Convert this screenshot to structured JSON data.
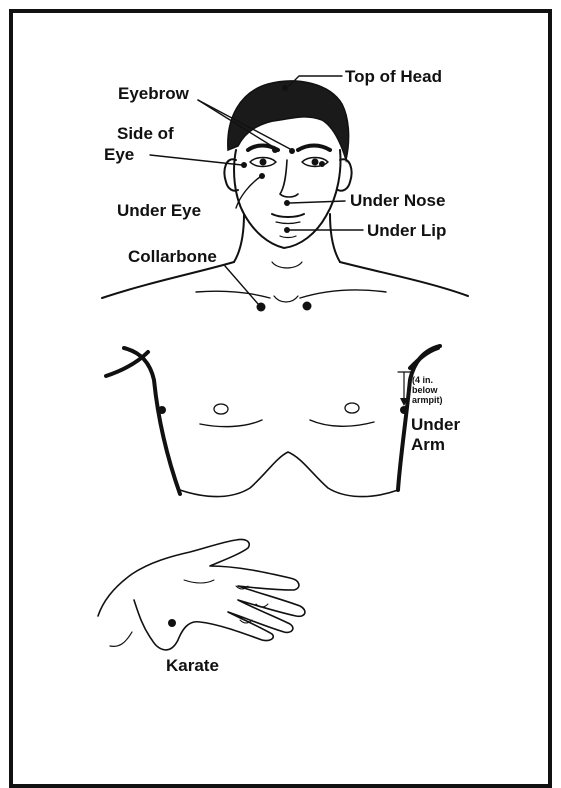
{
  "labels": {
    "top_of_head": "Top of Head",
    "eyebrow": "Eyebrow",
    "side_of_eye_line1": "Side of",
    "side_of_eye_line2": "Eye",
    "under_nose": "Under Nose",
    "under_eye": "Under Eye",
    "under_lip": "Under Lip",
    "collarbone": "Collarbone",
    "under_arm_note_line1": "(4 in.",
    "under_arm_note_line2": "below",
    "under_arm_note_line3": "armpit)",
    "under_arm_line1": "Under",
    "under_arm_line2": "Arm",
    "karate": "Karate"
  },
  "colors": {
    "ink": "#111111",
    "background": "#ffffff",
    "border": "#111111"
  }
}
